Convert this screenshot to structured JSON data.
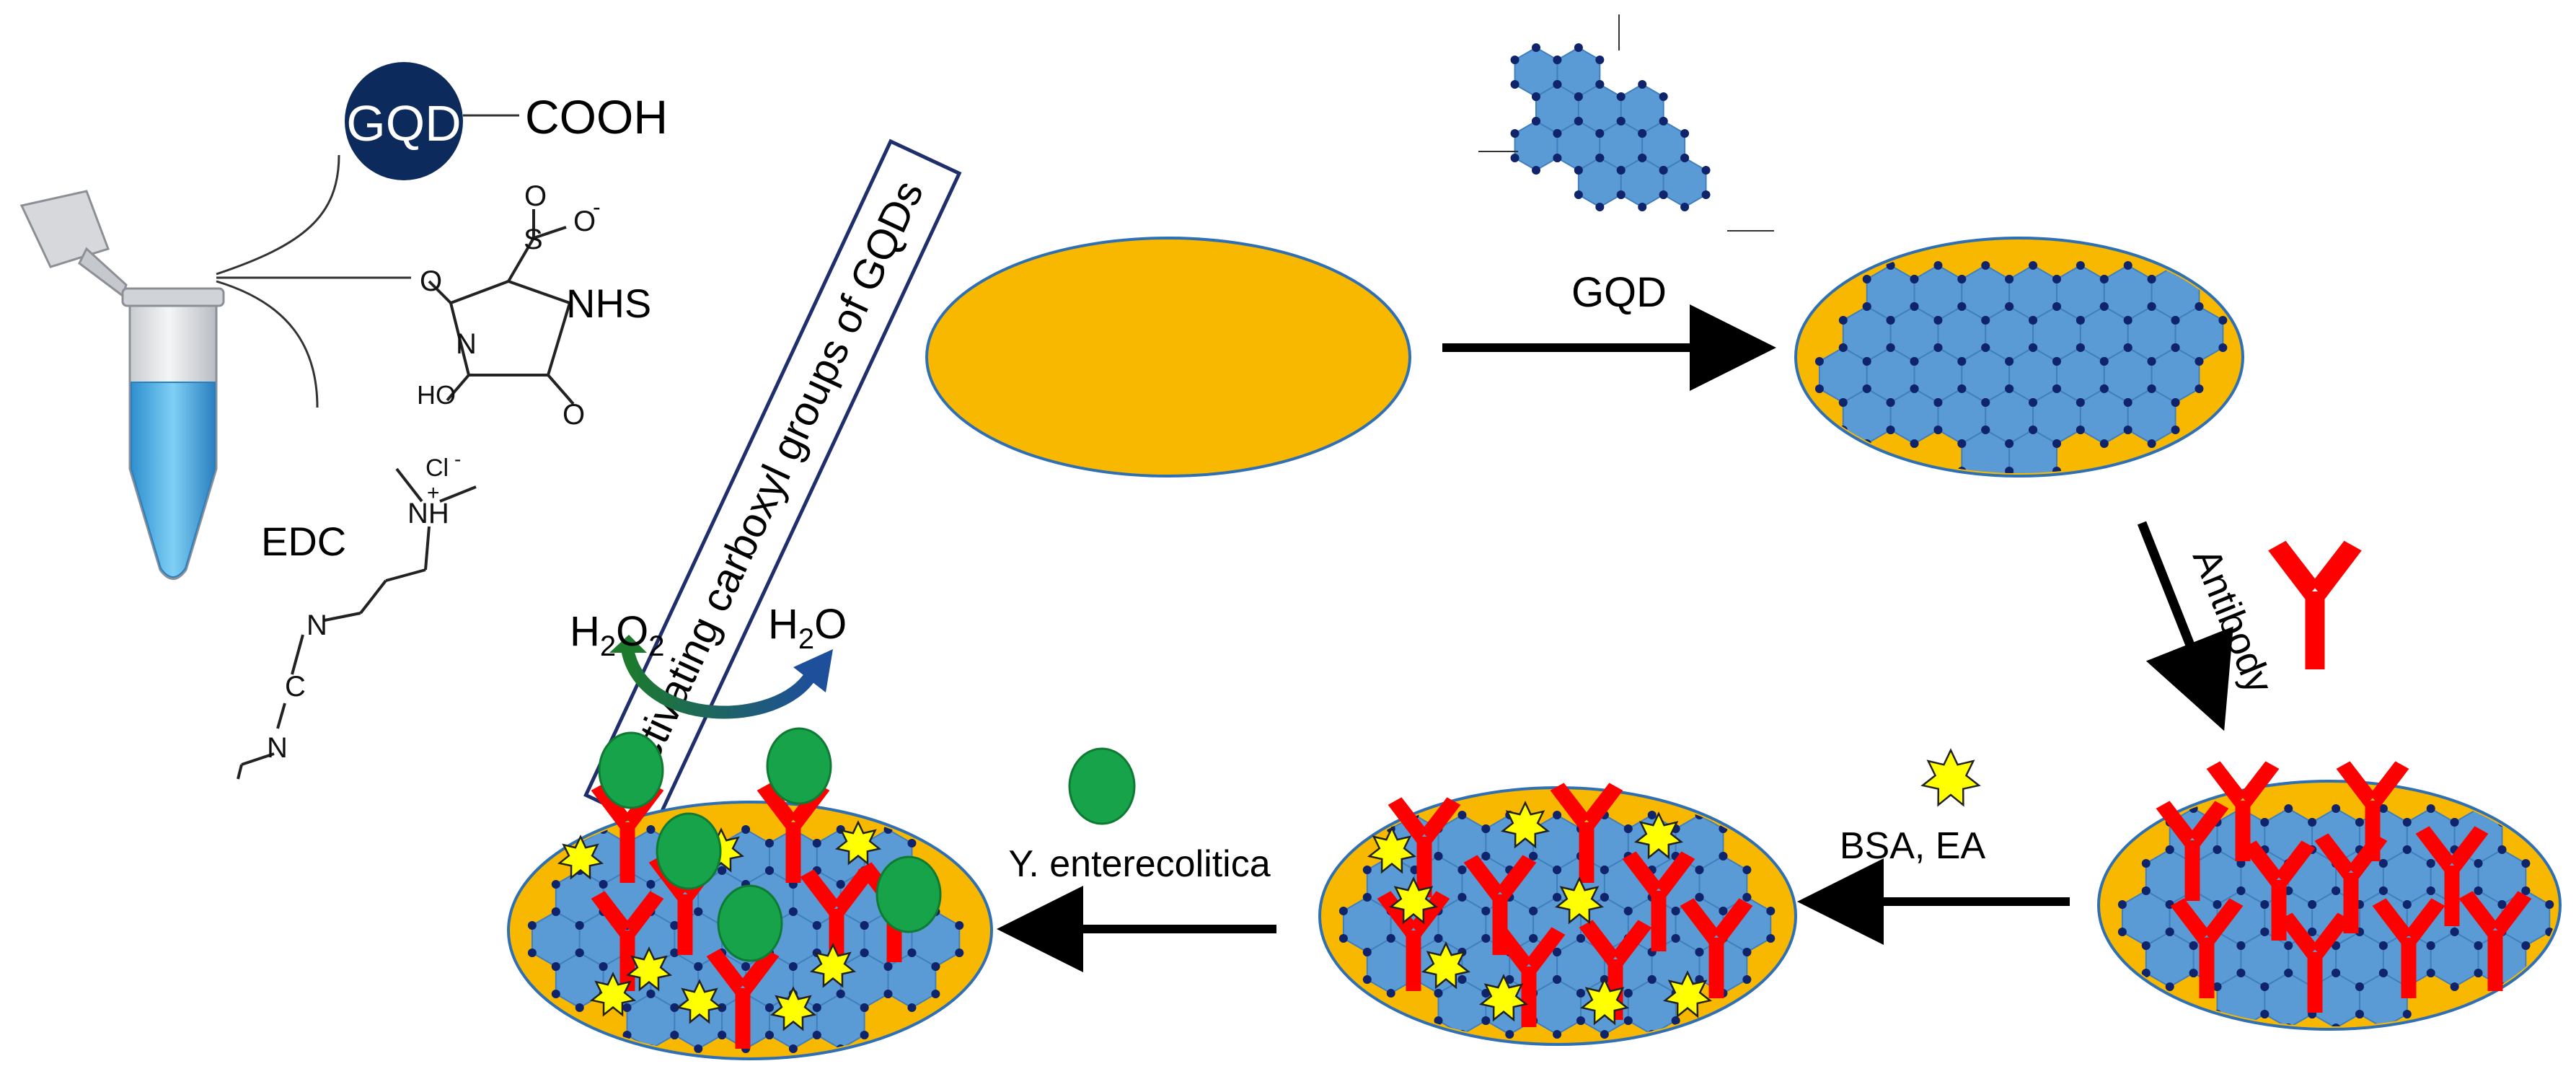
{
  "reagents": {
    "gqd_badge": "GQD",
    "cooh": "COOH",
    "nhs": "NHS",
    "edc": "EDC",
    "nhs_atoms": {
      "O_top": "O",
      "S": "S",
      "O_right": "O",
      "charge": "-",
      "O_ring_left": "O",
      "N": "N",
      "HO": "HO",
      "O_ring_bottom": "O"
    },
    "edc_atoms": {
      "Cl": "Cl",
      "cl_charge": "-",
      "NH": "NH",
      "plus": "+",
      "N1": "N",
      "C": "C",
      "N2": "N"
    }
  },
  "activation_box": {
    "text": "Activating carboxyl groups of GQDs"
  },
  "steps": {
    "gqd_label": "GQD",
    "antibody_label": "Antibody",
    "blocking_label": "BSA, EA",
    "bacteria_label": "Y. enterecolitica"
  },
  "reaction": {
    "h2o2": {
      "base": "H",
      "sub1": "2",
      "mid": "O",
      "sub2": "2"
    },
    "h2o": {
      "base": "H",
      "sub1": "2",
      "mid": "O"
    }
  },
  "colors": {
    "electrode_gold": "#F9B800",
    "gqd_blue": "#5B9BD5",
    "gqd_dot": "#10246B",
    "gqd_badge": "#0D2A5C",
    "antibody_red": "#FF0000",
    "star_yellow": "#FFFF00",
    "bacteria_green": "#16A34A",
    "tube_liquid": "#4FB3E8"
  }
}
